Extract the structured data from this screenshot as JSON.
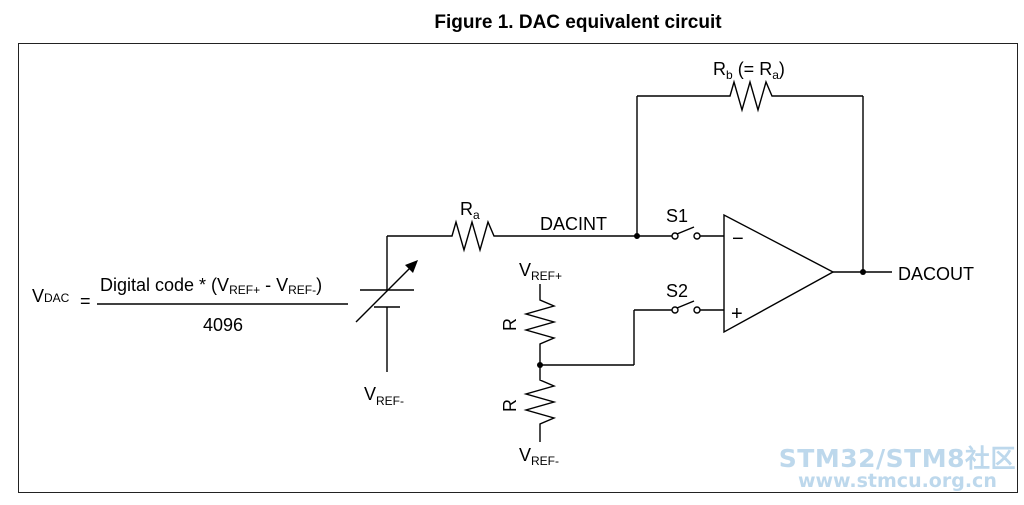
{
  "title": "Figure 1. DAC equivalent circuit",
  "formula": {
    "v_base": "V",
    "v_sub": "DAC",
    "equals": "=",
    "num_a": "Digital code * (V",
    "num_sub1": "REF+",
    "num_b": " - V",
    "num_sub2": "REF-",
    "num_c": ")",
    "denominator": "4096"
  },
  "labels": {
    "ra_base": "R",
    "ra_sub": "a",
    "rb_base": "R",
    "rb_sub": "b",
    "rb_mid": " (= R",
    "rb_sub2": "a",
    "rb_end": ")",
    "dacint": "DACINT",
    "s1": "S1",
    "s2": "S2",
    "dacout": "DACOUT",
    "vref_minus_base": "V",
    "vref_minus_sub": "REF-",
    "vref_plus_base": "V",
    "vref_plus_sub": "REF+",
    "r_top": "R",
    "r_bottom": "R",
    "opamp_minus": "−",
    "opamp_plus": "+"
  },
  "watermark": {
    "line1": "STM32/STM8社区",
    "line2": "www.stmcu.org.cn"
  }
}
